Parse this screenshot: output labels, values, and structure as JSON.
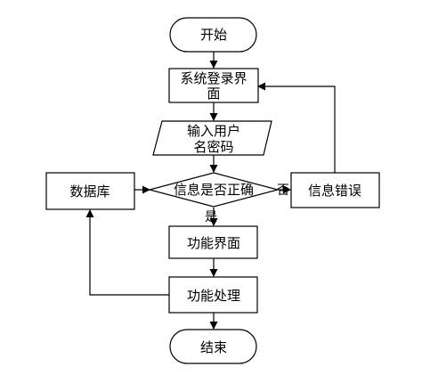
{
  "diagram": {
    "nodes": {
      "start": "开始",
      "login_line1": "系统登录界",
      "login_line2": "面",
      "input_line1": "输入用户",
      "input_line2": "名密码",
      "decision": "信息是否正确",
      "error": "信息错误",
      "database": "数据库",
      "function_ui": "功能界面",
      "function_process": "功能处理",
      "end": "结束"
    },
    "edges": {
      "yes": "是",
      "no": "否"
    }
  }
}
